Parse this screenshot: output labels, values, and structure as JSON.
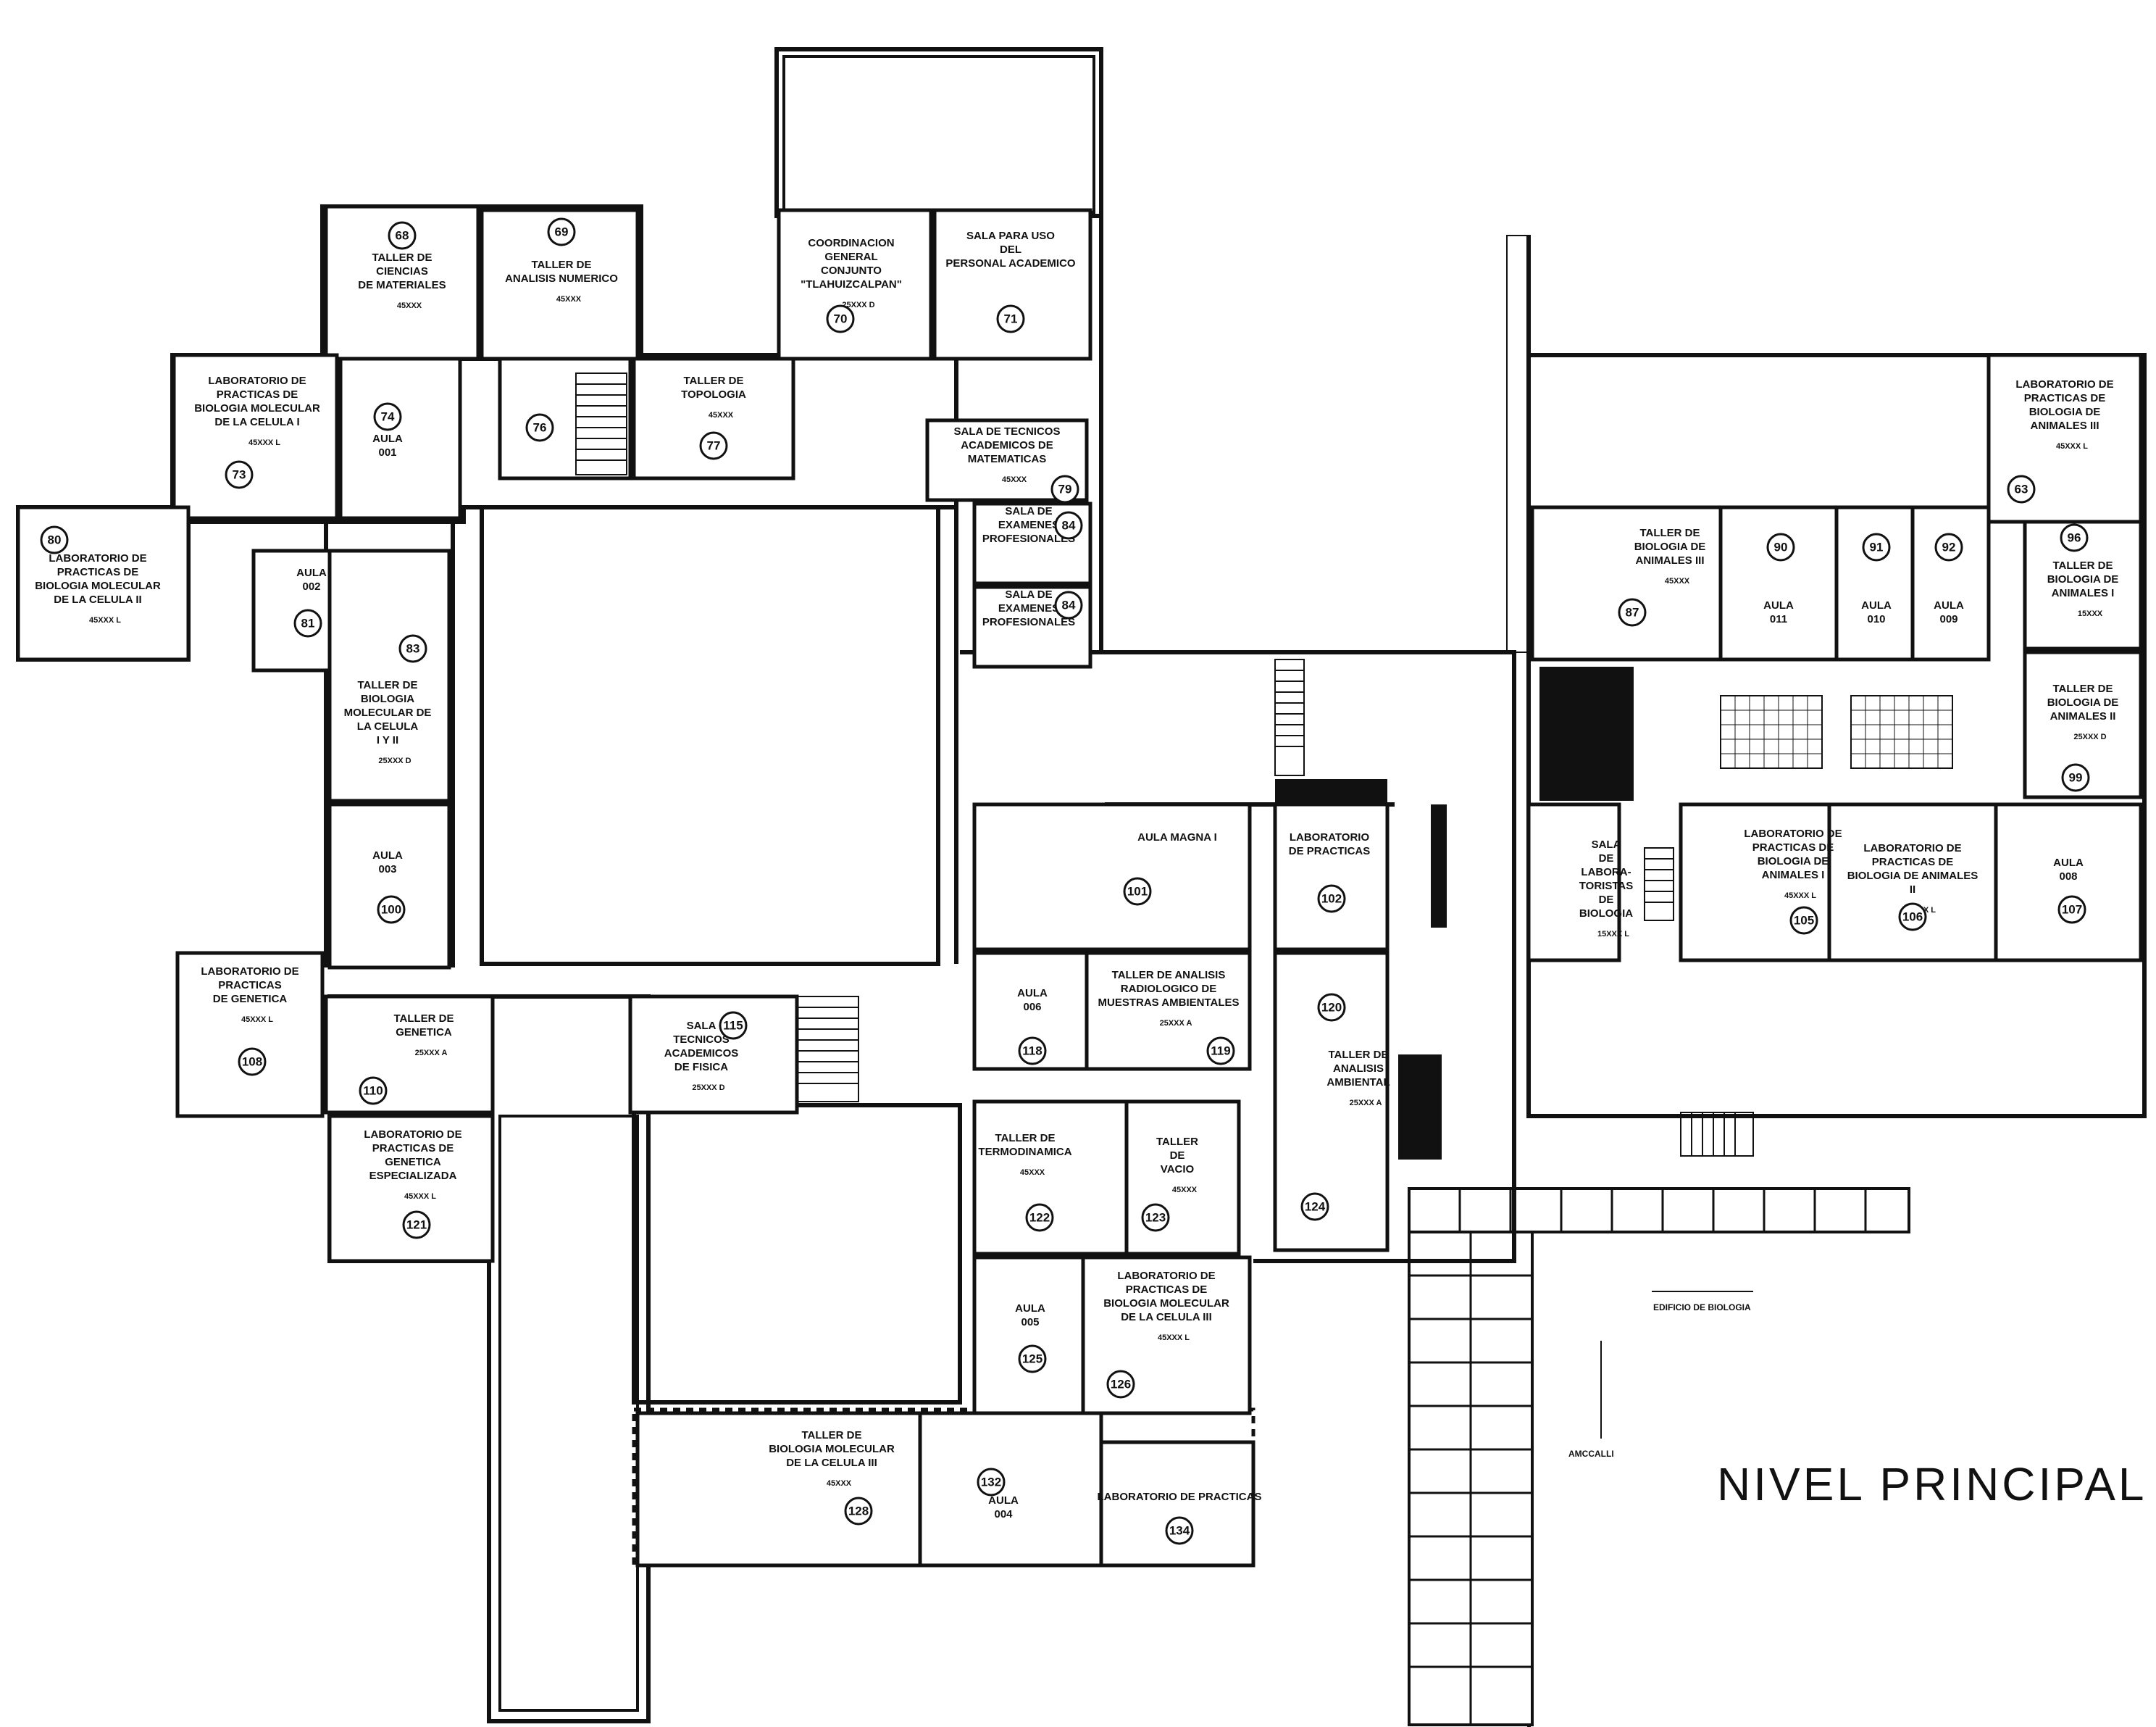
{
  "title": "NIVEL PRINCIPAL",
  "building_note": "EDIFICIO DE BIOLOGIA",
  "small_note": "AMCCALLI",
  "rooms": [
    {
      "id": "r68",
      "lines": [
        "TALLER DE",
        "CIENCIAS",
        "DE MATERIALES"
      ],
      "number": "68",
      "area": "45XXX"
    },
    {
      "id": "r69",
      "lines": [
        "TALLER DE",
        "ANALISIS NUMERICO"
      ],
      "number": "69",
      "area": "45XXX"
    },
    {
      "id": "r70",
      "lines": [
        "COORDINACION",
        "GENERAL",
        "CONJUNTO",
        "\"TLAHUIZCALPAN\""
      ],
      "number": "70",
      "area": "25XXX D"
    },
    {
      "id": "r71",
      "lines": [
        "SALA PARA USO",
        "DEL",
        "PERSONAL ACADEMICO"
      ],
      "number": "71",
      "area": ""
    },
    {
      "id": "r73",
      "lines": [
        "LABORATORIO DE",
        "PRACTICAS DE",
        "BIOLOGIA MOLECULAR",
        "DE LA CELULA I"
      ],
      "number": "73",
      "area": "45XXX L"
    },
    {
      "id": "r74",
      "lines": [
        "AULA",
        "001"
      ],
      "number": "74",
      "area": ""
    },
    {
      "id": "r76",
      "lines": [],
      "number": "76",
      "area": ""
    },
    {
      "id": "r77",
      "lines": [
        "TALLER DE",
        "TOPOLOGIA"
      ],
      "number": "77",
      "area": "45XXX"
    },
    {
      "id": "r79",
      "lines": [
        "SALA DE TECNICOS",
        "ACADEMICOS DE",
        "MATEMATICAS"
      ],
      "number": "79",
      "area": "45XXX"
    },
    {
      "id": "r84a",
      "lines": [
        "SALA DE",
        "EXAMENES",
        "PROFESIONALES"
      ],
      "number": "84",
      "area": ""
    },
    {
      "id": "r84b",
      "lines": [
        "SALA DE",
        "EXAMENES",
        "PROFESIONALES"
      ],
      "number": "84",
      "area": ""
    },
    {
      "id": "r80",
      "lines": [
        "LABORATORIO DE",
        "PRACTICAS DE",
        "BIOLOGIA MOLECULAR",
        "DE LA CELULA II"
      ],
      "number": "80",
      "area": "45XXX L"
    },
    {
      "id": "r81",
      "lines": [
        "AULA",
        "002"
      ],
      "number": "81",
      "area": ""
    },
    {
      "id": "r83",
      "lines": [
        "TALLER DE",
        "BIOLOGIA",
        "MOLECULAR DE",
        "LA CELULA",
        "I Y II"
      ],
      "number": "83",
      "area": "25XXX D"
    },
    {
      "id": "r100",
      "lines": [
        "AULA",
        "003"
      ],
      "number": "100",
      "area": ""
    },
    {
      "id": "r101",
      "lines": [
        "AULA MAGNA I"
      ],
      "number": "101",
      "area": ""
    },
    {
      "id": "r102",
      "lines": [
        "LABORATORIO",
        "DE PRACTICAS"
      ],
      "number": "102",
      "area": ""
    },
    {
      "id": "r108",
      "lines": [
        "LABORATORIO DE",
        "PRACTICAS",
        "DE GENETICA"
      ],
      "number": "108",
      "area": "45XXX L"
    },
    {
      "id": "r110",
      "lines": [
        "TALLER DE",
        "GENETICA"
      ],
      "number": "110",
      "area": "25XXX A"
    },
    {
      "id": "r115",
      "lines": [
        "SALA",
        "TECNICOS",
        "ACADEMICOS",
        "DE FISICA"
      ],
      "number": "115",
      "area": "25XXX D"
    },
    {
      "id": "r118",
      "lines": [
        "AULA",
        "006"
      ],
      "number": "118",
      "area": ""
    },
    {
      "id": "r119",
      "lines": [
        "TALLER DE ANALISIS",
        "RADIOLOGICO DE",
        "MUESTRAS AMBIENTALES"
      ],
      "number": "119",
      "area": "25XXX A"
    },
    {
      "id": "r120",
      "lines": [
        "TALLER DE",
        "ANALISIS",
        "AMBIENTAL"
      ],
      "number": "120",
      "area": "25XXX A"
    },
    {
      "id": "r121",
      "lines": [
        "LABORATORIO DE",
        "PRACTICAS DE",
        "GENETICA",
        "ESPECIALIZADA"
      ],
      "number": "121",
      "area": "45XXX L"
    },
    {
      "id": "r122",
      "lines": [
        "TALLER DE",
        "TERMODINAMICA"
      ],
      "number": "122",
      "area": "45XXX"
    },
    {
      "id": "r123",
      "lines": [
        "TALLER",
        "DE",
        "VACIO"
      ],
      "number": "123",
      "area": "45XXX"
    },
    {
      "id": "r124",
      "lines": [],
      "number": "124",
      "area": ""
    },
    {
      "id": "r125",
      "lines": [
        "AULA",
        "005"
      ],
      "number": "125",
      "area": ""
    },
    {
      "id": "r126",
      "lines": [
        "LABORATORIO DE",
        "PRACTICAS DE",
        "BIOLOGIA MOLECULAR",
        "DE LA CELULA III"
      ],
      "number": "126",
      "area": "45XXX L"
    },
    {
      "id": "r128",
      "lines": [
        "TALLER DE",
        "BIOLOGIA MOLECULAR",
        "DE LA CELULA III"
      ],
      "number": "128",
      "area": "45XXX"
    },
    {
      "id": "r132",
      "lines": [
        "AULA",
        "004"
      ],
      "number": "132",
      "area": ""
    },
    {
      "id": "r134",
      "lines": [
        "LABORATORIO DE PRACTICAS"
      ],
      "number": "134",
      "area": ""
    },
    {
      "id": "r63",
      "lines": [
        "LABORATORIO DE",
        "PRACTICAS DE",
        "BIOLOGIA DE",
        "ANIMALES III"
      ],
      "number": "63",
      "area": "45XXX L"
    },
    {
      "id": "r87",
      "lines": [
        "TALLER DE",
        "BIOLOGIA DE",
        "ANIMALES III"
      ],
      "number": "87",
      "area": "45XXX"
    },
    {
      "id": "r90",
      "lines": [
        "AULA",
        "011"
      ],
      "number": "90",
      "area": ""
    },
    {
      "id": "r91",
      "lines": [
        "AULA",
        "010"
      ],
      "number": "91",
      "area": ""
    },
    {
      "id": "r92",
      "lines": [
        "AULA",
        "009"
      ],
      "number": "92",
      "area": ""
    },
    {
      "id": "r96",
      "lines": [
        "TALLER DE",
        "BIOLOGIA DE",
        "ANIMALES I"
      ],
      "number": "96",
      "area": "15XXX"
    },
    {
      "id": "r99",
      "lines": [
        "TALLER DE",
        "BIOLOGIA DE",
        "ANIMALES II"
      ],
      "number": "99",
      "area": "25XXX D"
    },
    {
      "id": "r104",
      "lines": [
        "SALA",
        "DE",
        "LABORA-",
        "TORISTAS",
        "DE",
        "BIOLOGIA"
      ],
      "number": "",
      "area": "15XXX L"
    },
    {
      "id": "r105",
      "lines": [
        "LABORATORIO DE",
        "PRACTICAS DE",
        "BIOLOGIA DE",
        "ANIMALES I"
      ],
      "number": "105",
      "area": "45XXX L"
    },
    {
      "id": "r106",
      "lines": [
        "LABORATORIO DE",
        "PRACTICAS DE",
        "BIOLOGIA DE ANIMALES",
        "II"
      ],
      "number": "106",
      "area": "45XXX L"
    },
    {
      "id": "r107",
      "lines": [
        "AULA",
        "008"
      ],
      "number": "107",
      "area": ""
    }
  ]
}
